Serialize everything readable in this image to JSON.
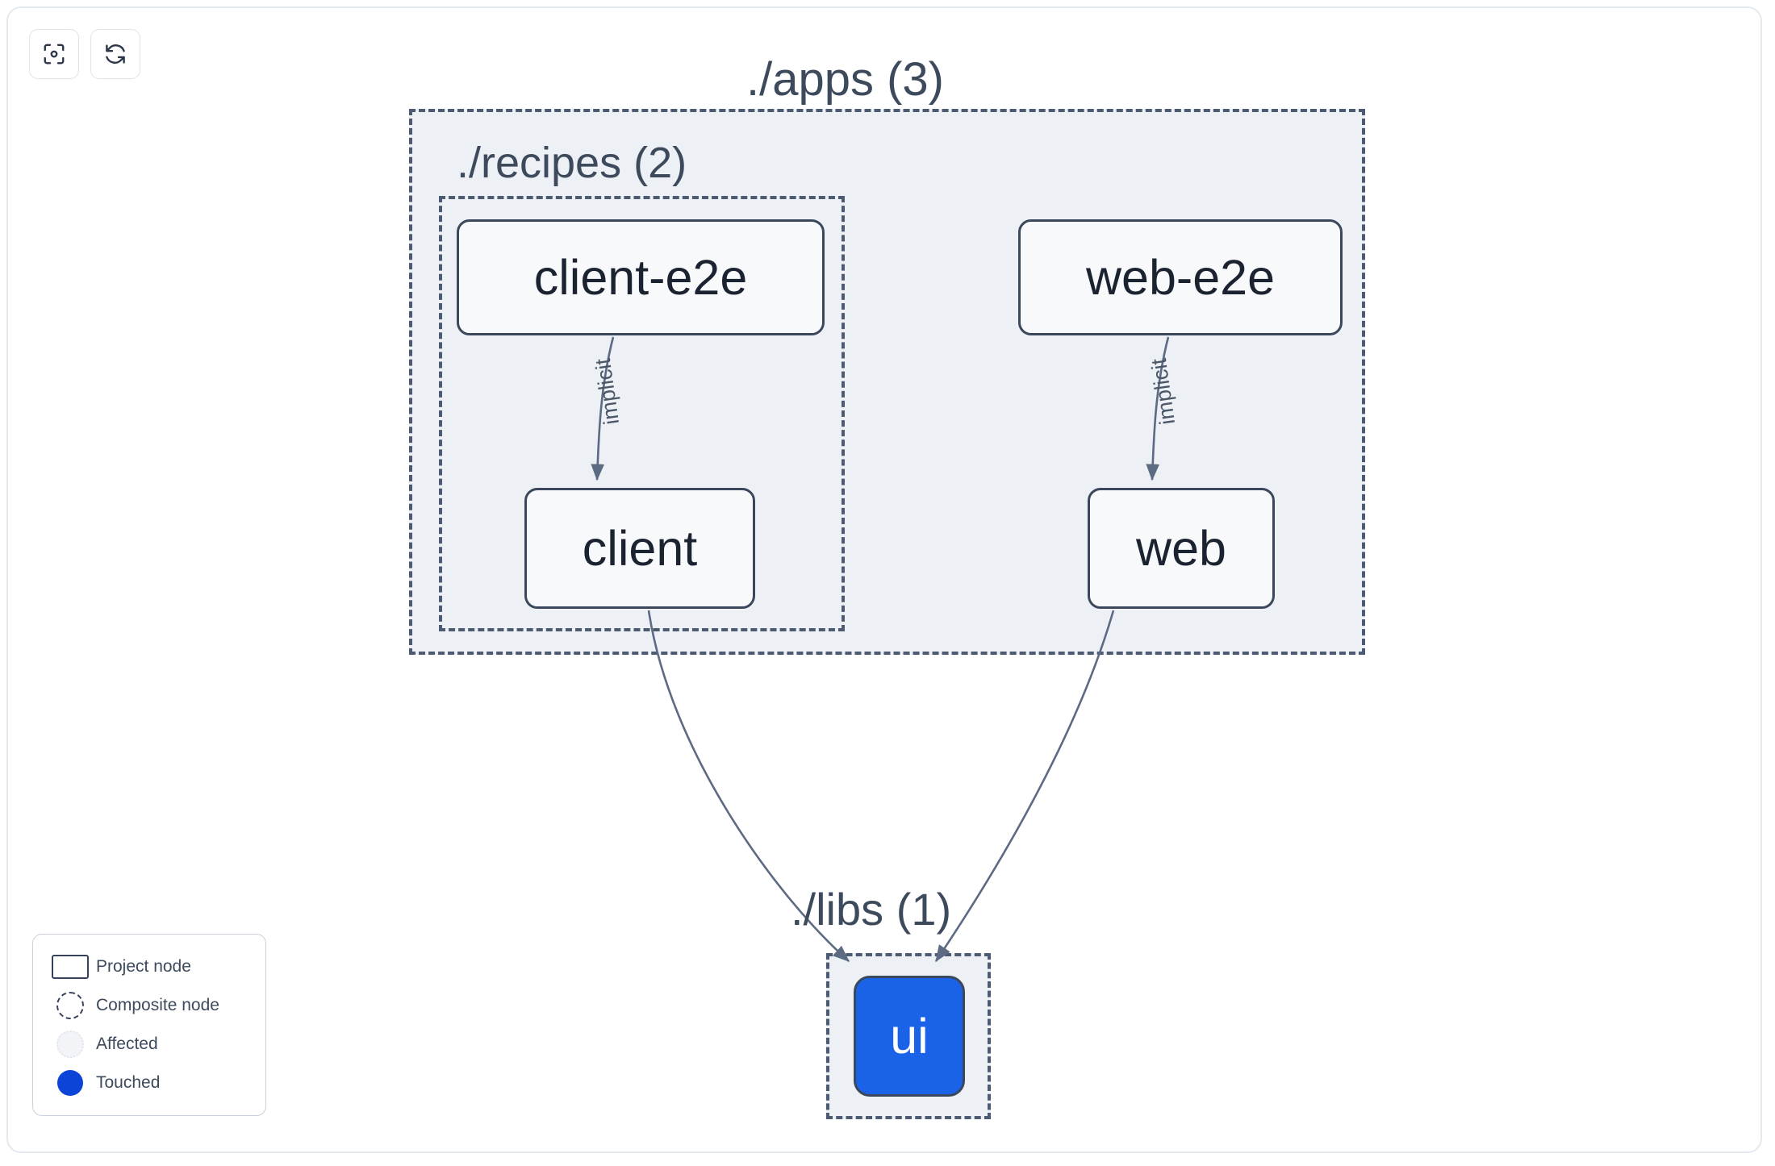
{
  "toolbar": {
    "buttons": [
      {
        "name": "focus-graph-button",
        "icon": "focus-target-icon",
        "title": "Focus graph"
      },
      {
        "name": "refresh-graph-button",
        "icon": "refresh-icon",
        "title": "Refresh graph"
      }
    ]
  },
  "graph": {
    "groups": [
      {
        "id": "apps",
        "label": "./apps (3)",
        "count": 3
      },
      {
        "id": "recipes",
        "label": "./recipes (2)",
        "count": 2
      },
      {
        "id": "libs",
        "label": "./libs (1)",
        "count": 1
      }
    ],
    "nodes": [
      {
        "id": "client-e2e",
        "label": "client-e2e",
        "state": "project",
        "group": "recipes"
      },
      {
        "id": "client",
        "label": "client",
        "state": "project",
        "group": "recipes"
      },
      {
        "id": "web-e2e",
        "label": "web-e2e",
        "state": "project",
        "group": "apps"
      },
      {
        "id": "web",
        "label": "web",
        "state": "project",
        "group": "apps"
      },
      {
        "id": "ui",
        "label": "ui",
        "state": "touched",
        "group": "libs"
      }
    ],
    "edges": [
      {
        "from": "client-e2e",
        "to": "client",
        "label": "implicit"
      },
      {
        "from": "web-e2e",
        "to": "web",
        "label": "implicit"
      },
      {
        "from": "client",
        "to": "ui",
        "label": ""
      },
      {
        "from": "web",
        "to": "ui",
        "label": ""
      }
    ]
  },
  "legend": {
    "items": [
      {
        "swatch": "project-node-swatch",
        "label": "Project node"
      },
      {
        "swatch": "composite-node-swatch",
        "label": "Composite node"
      },
      {
        "swatch": "affected-swatch",
        "label": "Affected"
      },
      {
        "swatch": "touched-swatch",
        "label": "Touched"
      }
    ]
  },
  "colors": {
    "touched": "#0b44d6",
    "node_blue": "#1a62e8",
    "group_fill": "#edf0f5",
    "border_dark": "#4c5a72",
    "edge": "#5c6a82",
    "text": "#3d4a5c"
  }
}
